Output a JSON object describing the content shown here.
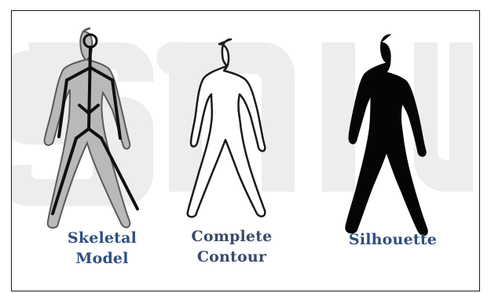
{
  "figure": {
    "panels": [
      {
        "id": "skeletal",
        "label_line1": "Skeletal",
        "label_line2": "Model"
      },
      {
        "id": "contour",
        "label_line1": "Complete",
        "label_line2": "Contour"
      },
      {
        "id": "silhouette",
        "label_line1": "Silhouette",
        "label_line2": ""
      }
    ],
    "colors": {
      "label_text": "#2f4f7f",
      "skeleton_line": "#111111",
      "body_gray": "#b8b8b8",
      "silhouette_fill": "#050505",
      "watermark": "#ececec"
    }
  }
}
